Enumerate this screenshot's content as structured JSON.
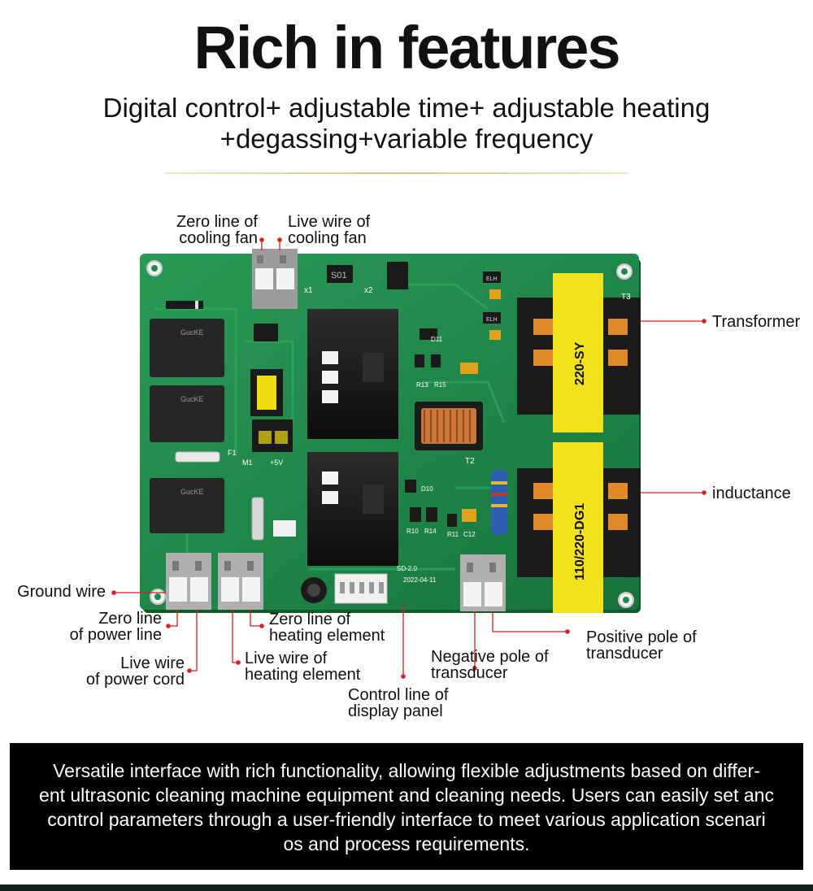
{
  "header": {
    "title": "Rich in features",
    "subtitle_lines": [
      "Digital control+ adjustable time+ adjustable heating",
      "+degassing+variable frequency"
    ]
  },
  "board": {
    "markings": {
      "transformer": "220-SY",
      "inductance": "110/220-DG1",
      "relay_brand": "GucKE",
      "chip": "S01",
      "fuse": "F1",
      "version": "SD-2.0",
      "date": "2022-04-11",
      "t3": "T3",
      "t2": "T2",
      "x1": "x1",
      "x2": "x2",
      "m1": "M1",
      "plus5v": "+5V",
      "r13": "R13",
      "r15": "R15",
      "r10": "R10",
      "r14": "R14",
      "r11": "R11",
      "c12": "C12",
      "d10": "D10",
      "d11": "D11",
      "elh": "ELH"
    }
  },
  "labels": {
    "zero_line_fan": [
      "Zero line of",
      "cooling fan"
    ],
    "live_wire_fan": [
      "Live wire of",
      "cooling fan"
    ],
    "transformer": [
      "Transformer"
    ],
    "inductance": [
      "inductance"
    ],
    "ground_wire": [
      "Ground wire"
    ],
    "zero_line_power": [
      "Zero line",
      "of power line"
    ],
    "live_wire_power": [
      "Live wire",
      "of power cord"
    ],
    "zero_line_heating": [
      "Zero line of",
      "heating element"
    ],
    "live_wire_heating": [
      "Live wire of",
      "heating element"
    ],
    "control_line": [
      "Control line of",
      "display panel"
    ],
    "negative_pole": [
      "Negative pole of",
      "transducer"
    ],
    "positive_pole": [
      "Positive pole of",
      "transducer"
    ]
  },
  "footer": {
    "lines": [
      "Versatile interface with rich functionality, allowing flexible adjustments based on differ-",
      "ent ultrasonic cleaning machine equipment and cleaning needs. Users can easily set anc",
      "control parameters through a user-friendly interface to meet various application scenari",
      "os and process requirements."
    ]
  },
  "colors": {
    "pcb_green": "#1f8a4a",
    "pcb_edge": "#0f5a2c",
    "transformer_yellow": "#f2e21b",
    "leader_red": "#d81e1e",
    "footer_bg": "#000000"
  }
}
